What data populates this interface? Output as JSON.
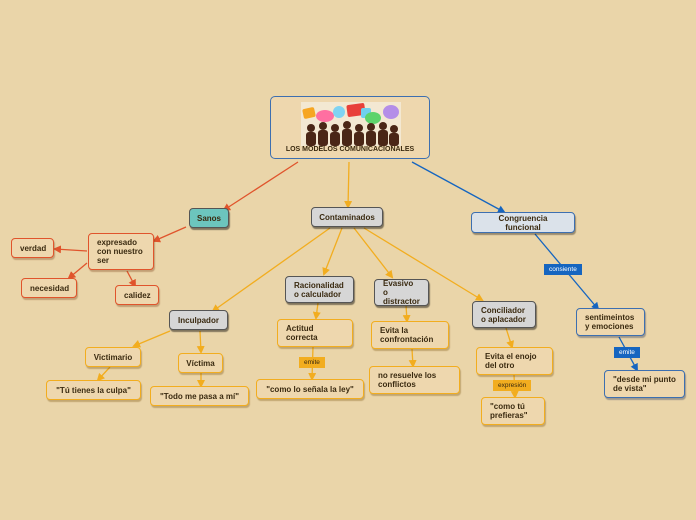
{
  "title": "LOS MODELOS COMUNICACIONALES",
  "colors": {
    "background": "#ead5a9",
    "red": "#e0542c",
    "yellow": "#f2ad1f",
    "blue": "#1565c0",
    "teal": "#6cc5bd",
    "gray": "#d6d6d6"
  },
  "nodes": {
    "sanos": "Sanos",
    "contaminados": "Contaminados",
    "congruencia": "Congruencia funcional",
    "expresado": "expresado\ncon nuestro\nser",
    "verdad": "verdad",
    "necesidad": "necesidad",
    "calidez": "calidez",
    "inculpador": "Inculpador",
    "racionalidad": "Racionalidad\no calculador",
    "evasivo": "Evasivo o\ndistractor",
    "conciliador": "Conciliador\no aplacador",
    "victimario": "Victimario",
    "victima": "Víctima",
    "tu_tienes": "\"Tú tienes la culpa\"",
    "todo_me_pasa": "\"Todo me pasa a mí\"",
    "actitud": "Actitud\ncorrecta",
    "como_senala": "\"como lo señala la ley\"",
    "evita_conf": "Evita la\nconfrontación",
    "no_resuelve": "no resuelve los\nconflictos",
    "evita_enojo": "Evita el enojo\ndel otro",
    "como_tu": "\"como tú\nprefieras\"",
    "sentimientos": "sentimeintos\ny emociones",
    "desde_mi": "\"desde mi punto\nde vista\""
  },
  "labels": {
    "emite_1": "emite",
    "expresion": "expresión",
    "consiente": "consiente",
    "emite_2": "emite"
  }
}
